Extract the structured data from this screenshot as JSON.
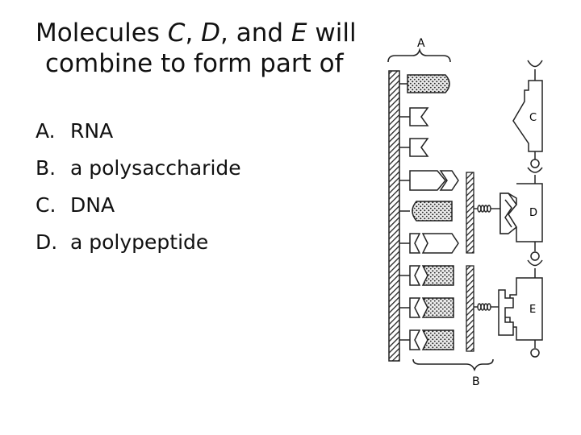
{
  "question": {
    "p1": "Molecules ",
    "c": "C",
    "sep1": ", ",
    "d": "D",
    "sep2": ", and ",
    "e": "E",
    "p2": " will",
    "line2": "combine to form part of"
  },
  "options": [
    {
      "letter": "A.",
      "text": "RNA"
    },
    {
      "letter": "B.",
      "text": "a polysaccharide"
    },
    {
      "letter": "C.",
      "text": "DNA"
    },
    {
      "letter": "D.",
      "text": "a polypeptide"
    }
  ],
  "figure": {
    "label_a": "A",
    "label_b": "B",
    "label_c": "C",
    "label_d": "D",
    "label_e": "E"
  }
}
